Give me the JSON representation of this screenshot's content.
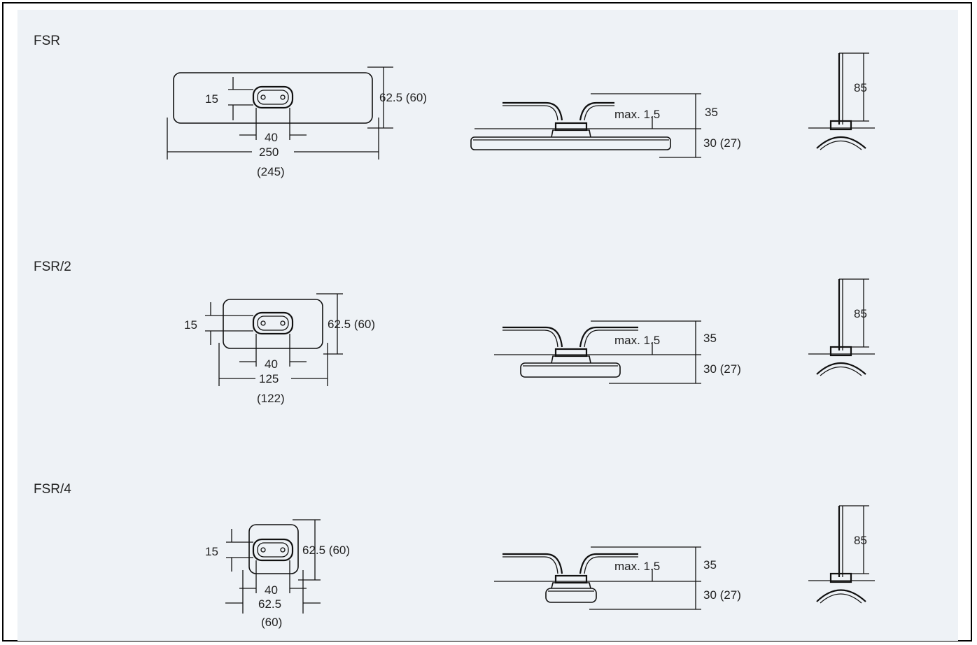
{
  "variants": [
    {
      "name": "FSR",
      "top": {
        "slot_height": "15",
        "plate_height": "62.5 (60)",
        "slot_width": "40",
        "length": "250",
        "length_alt": "(245)"
      },
      "side": {
        "max_label": "max. 1.5",
        "upper": "35",
        "lower": "30 (27)"
      },
      "end": {
        "height": "85"
      }
    },
    {
      "name": "FSR/2",
      "top": {
        "slot_height": "15",
        "plate_height": "62.5 (60)",
        "slot_width": "40",
        "length": "125",
        "length_alt": "(122)"
      },
      "side": {
        "max_label": "max. 1.5",
        "upper": "35",
        "lower": "30 (27)"
      },
      "end": {
        "height": "85"
      }
    },
    {
      "name": "FSR/4",
      "top": {
        "slot_height": "15",
        "plate_height": "62.5 (60)",
        "slot_width": "40",
        "length": "62.5",
        "length_alt": "(60)"
      },
      "side": {
        "max_label": "max. 1.5",
        "upper": "35",
        "lower": "30 (27)"
      },
      "end": {
        "height": "85"
      }
    }
  ]
}
